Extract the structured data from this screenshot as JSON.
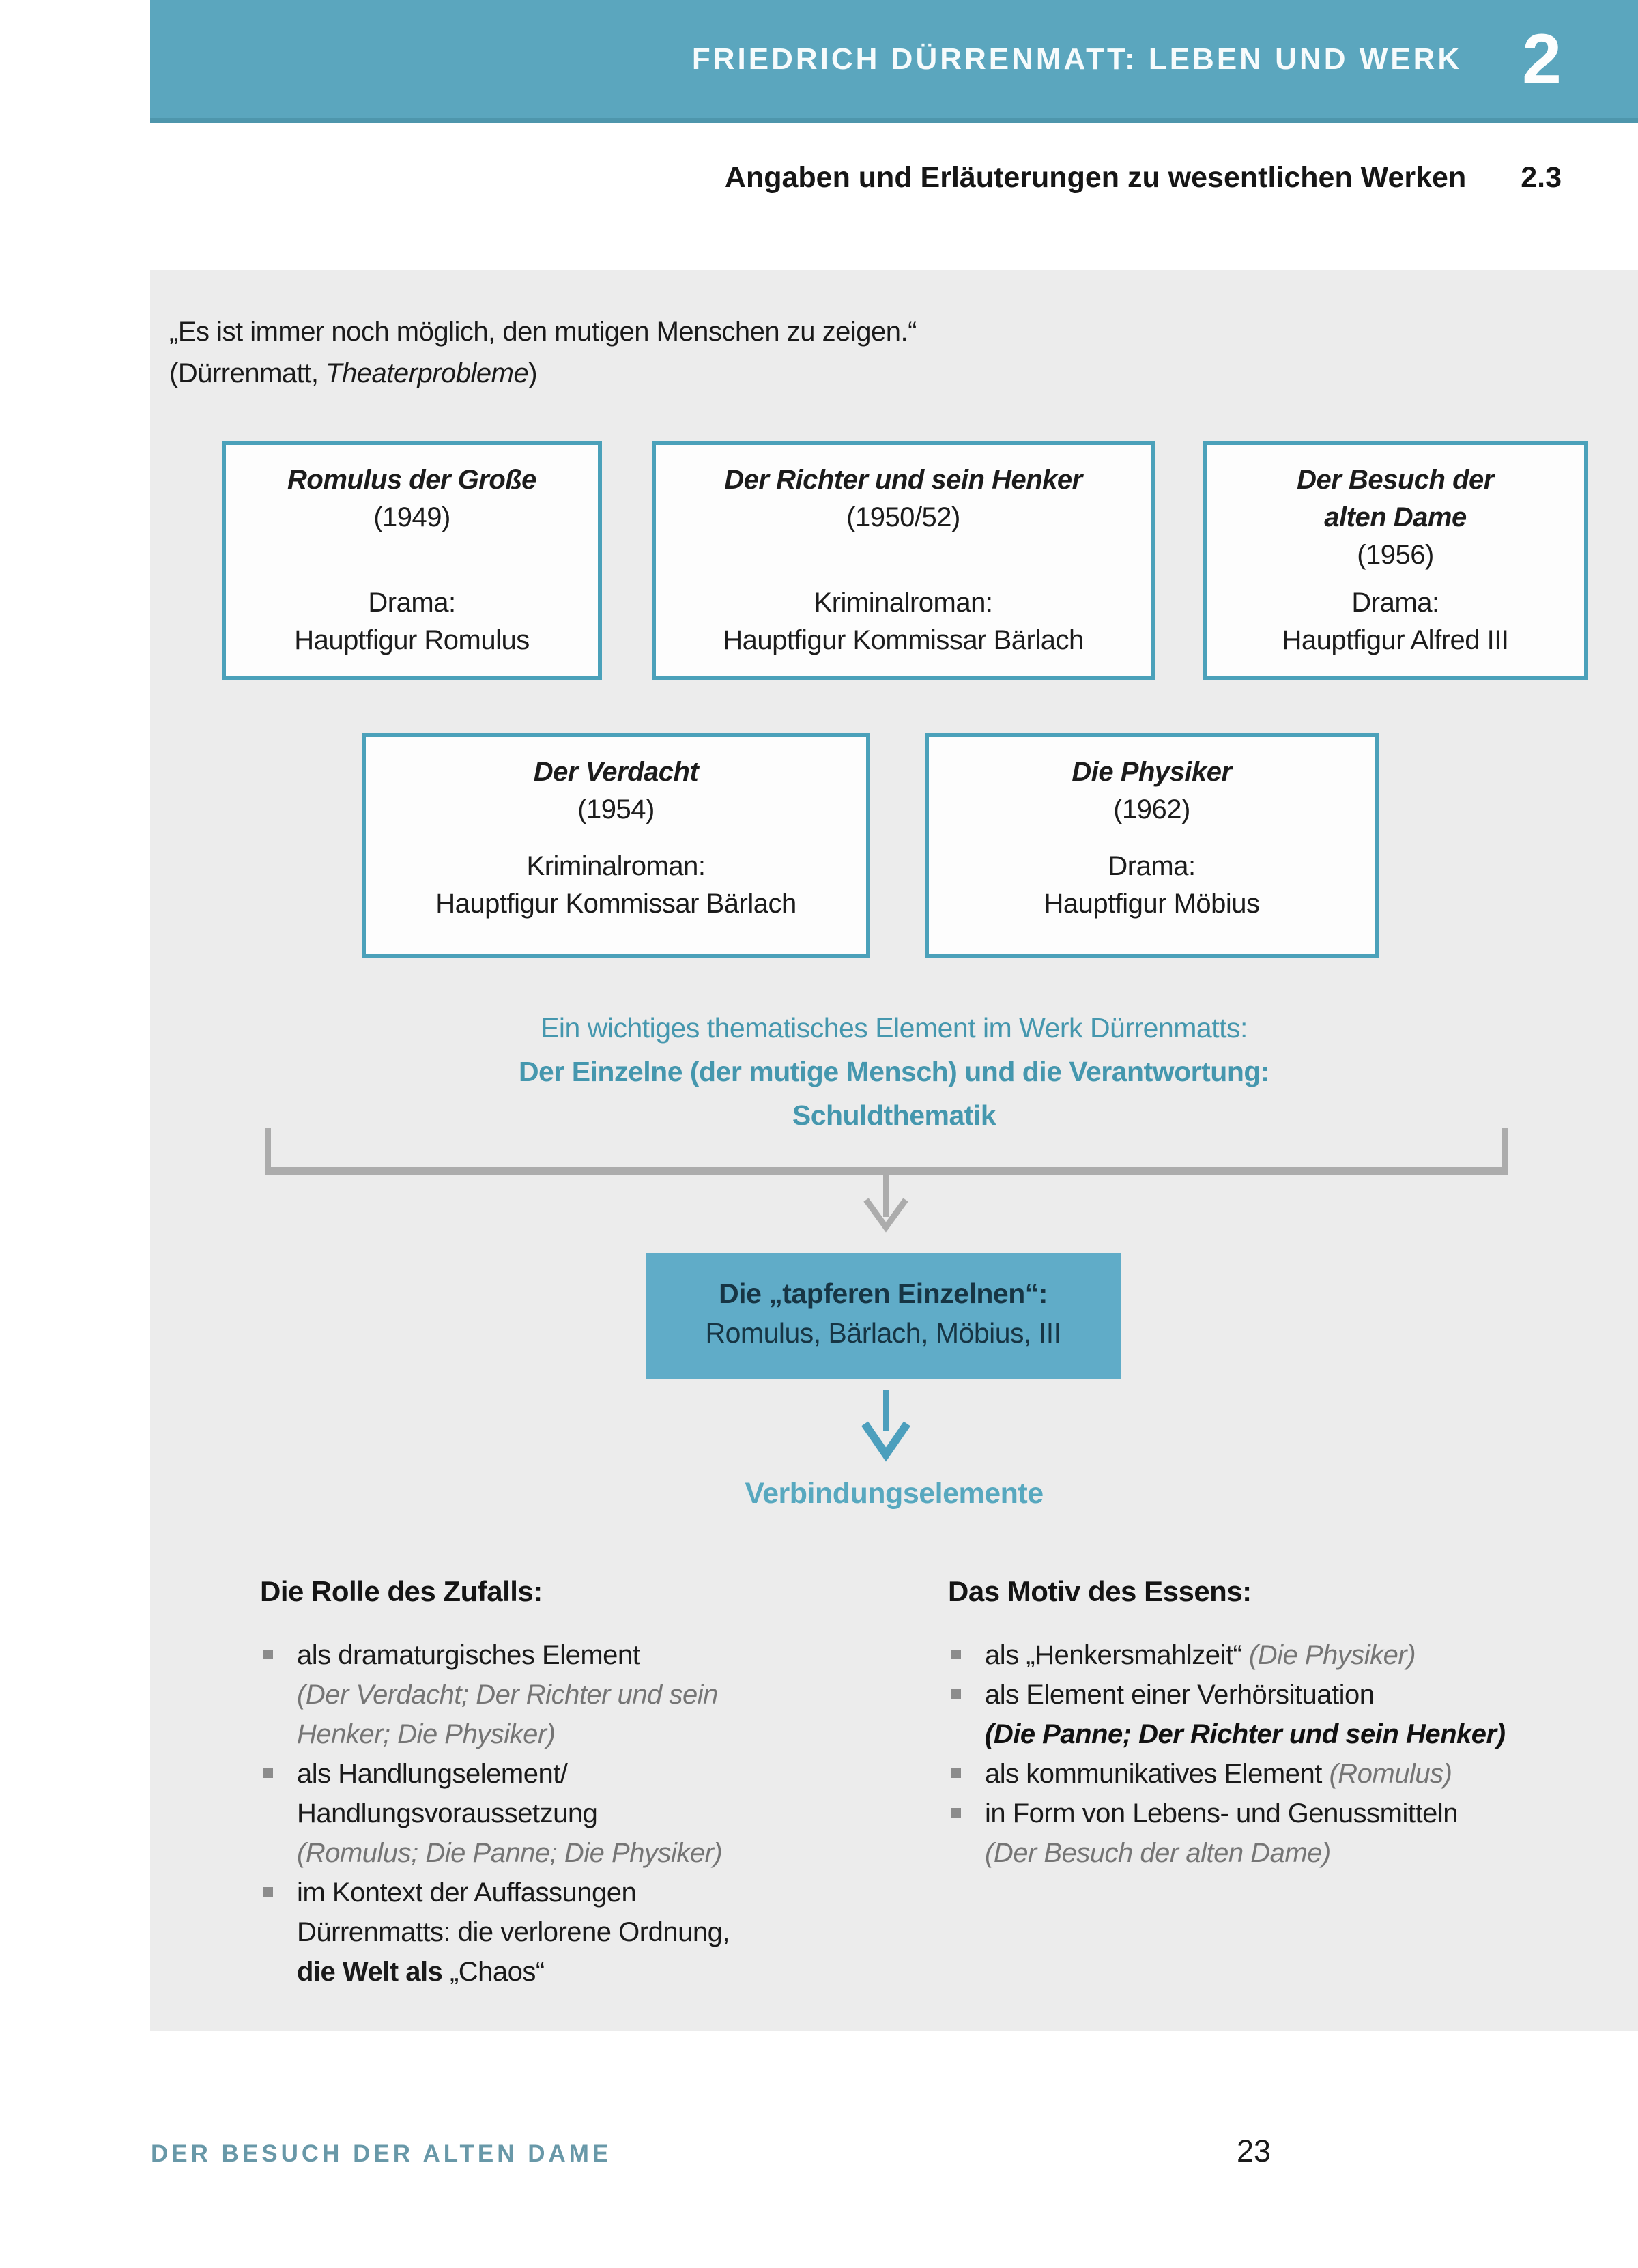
{
  "header": {
    "title": "FRIEDRICH DÜRRENMATT: LEBEN UND WERK",
    "chapter_number": "2"
  },
  "subtitle": {
    "text": "Angaben und Erläuterungen zu wesentlichen Werken",
    "section_number": "2.3"
  },
  "quote": {
    "line1": "„Es ist immer noch möglich, den mutigen Menschen zu zeigen.“",
    "attr_open": "(Dürrenmatt, ",
    "attr_work": "Theaterprobleme",
    "attr_close": ")"
  },
  "works_row1": [
    {
      "title": "Romulus der Große",
      "year": "(1949)",
      "genre": "Drama:",
      "figure": "Hauptfigur Romulus"
    },
    {
      "title": "Der Richter und sein Henker",
      "year": "(1950/52)",
      "genre": "Kriminalroman:",
      "figure": "Hauptfigur Kommissar Bärlach"
    },
    {
      "title": "Der Besuch der alten Dame",
      "year": "(1956)",
      "genre": "Drama:",
      "figure": "Hauptfigur Alfred III"
    }
  ],
  "works_row2": [
    {
      "title": "Der Verdacht",
      "year": "(1954)",
      "genre": "Kriminalroman:",
      "figure": "Hauptfigur Kommissar Bärlach"
    },
    {
      "title": "Die Physiker",
      "year": "(1962)",
      "genre": "Drama:",
      "figure": "Hauptfigur Möbius"
    }
  ],
  "theme": {
    "line1": "Ein wichtiges thematisches Element im Werk Dürrenmatts:",
    "line2": "Der Einzelne (der mutige Mensch) und die Verantwortung:",
    "line3": "Schuldthematik"
  },
  "result_box": {
    "line1": "Die „tapferen Einzelnen“:",
    "line2": "Romulus, Bärlach, Möbius, III"
  },
  "connector_label": "Verbindungselemente",
  "columns": {
    "left": {
      "heading": "Die Rolle des Zufalls:",
      "lines": [
        {
          "s1": "als dramaturgisches Element"
        },
        {
          "s1": "(Der Verdacht; Der Richter und sein"
        },
        {
          "s1": "Henker; Die Physiker)"
        },
        {
          "s1": "als Handlungselement/"
        },
        {
          "s1": "Handlungsvoraussetzung"
        },
        {
          "s1": "(Romulus; Die Panne; Die Physiker)"
        },
        {
          "s1": "im Kontext der Auffassungen"
        },
        {
          "s1": "Dürrenmatts: die verlorene Ordnung,"
        },
        {
          "s1": "die Welt als ",
          "s2": "„Chaos“"
        }
      ]
    },
    "right": {
      "heading": "Das Motiv des Essens:",
      "lines": [
        {
          "s1": "als „Henkersmahlzeit“ ",
          "s2": "(Die Physiker)"
        },
        {
          "s1": "als Element einer Verhörsituation"
        },
        {
          "s1": "(Die Panne; Der Richter und sein Henker)"
        },
        {
          "s1": "als kommunikatives Element ",
          "s2": "(Romulus)"
        },
        {
          "s1": "in Form von Lebens- und Genussmitteln"
        },
        {
          "s1": "(Der Besuch der alten Dame)"
        }
      ]
    }
  },
  "footer": {
    "book_title": "DER BESUCH DER ALTEN DAME",
    "page_number": "23"
  },
  "colors": {
    "header_teal": "#5BA6BE",
    "box_border_teal": "#4BA1BA",
    "result_fill_teal": "#60ACC8",
    "theme_text_teal": "#4597AE",
    "panel_gray": "#ECECEC",
    "connector_gray": "#ACACAC"
  }
}
